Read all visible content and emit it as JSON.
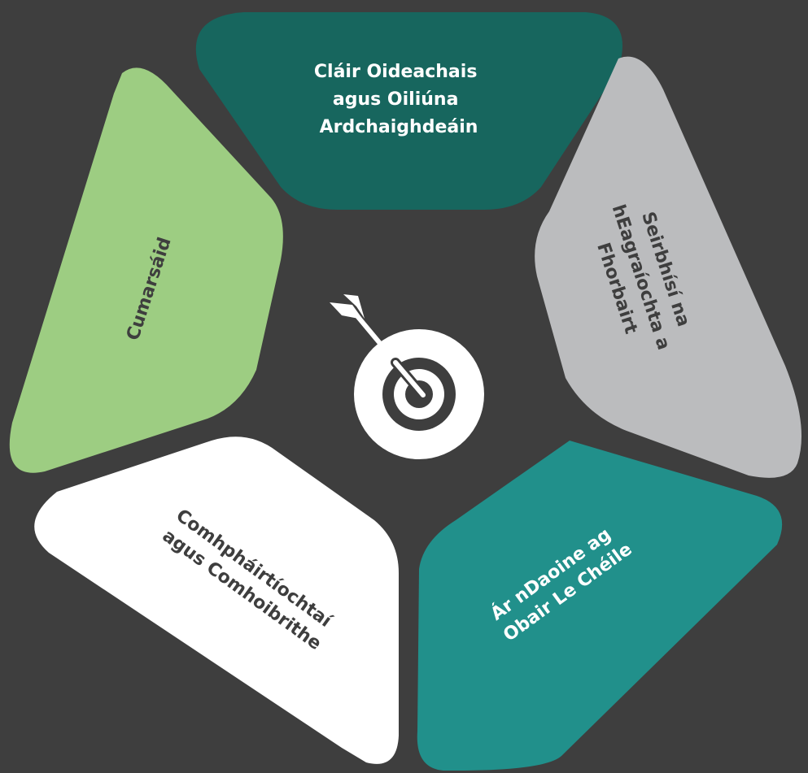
{
  "diagram": {
    "colors": {
      "background": "#3e3e3e",
      "top": "#17665e",
      "right": "#bbbcbe",
      "bottom_right": "#21908b",
      "bottom_left": "#ffffff",
      "left": "#9dcd82",
      "text_light": "#ffffff",
      "text_dark": "#3e3e3e"
    },
    "center_icon": "dart-target-icon",
    "segments": {
      "top": {
        "lines": [
          "Cláir Oideachais",
          "agus Oiliúna",
          "Ardchaighdeáin"
        ]
      },
      "right": {
        "lines": [
          "Seirbhísí na",
          "hEagraíochta a",
          "Fhorbairt"
        ]
      },
      "bottom_right": {
        "lines": [
          "Ár nDaoine ag",
          "Obair Le Chéile"
        ]
      },
      "bottom_left": {
        "lines": [
          "Comhpháirtíochtaí",
          "agus Comhoibrithe"
        ]
      },
      "left": {
        "lines": [
          "Cumarsáid"
        ]
      }
    }
  }
}
